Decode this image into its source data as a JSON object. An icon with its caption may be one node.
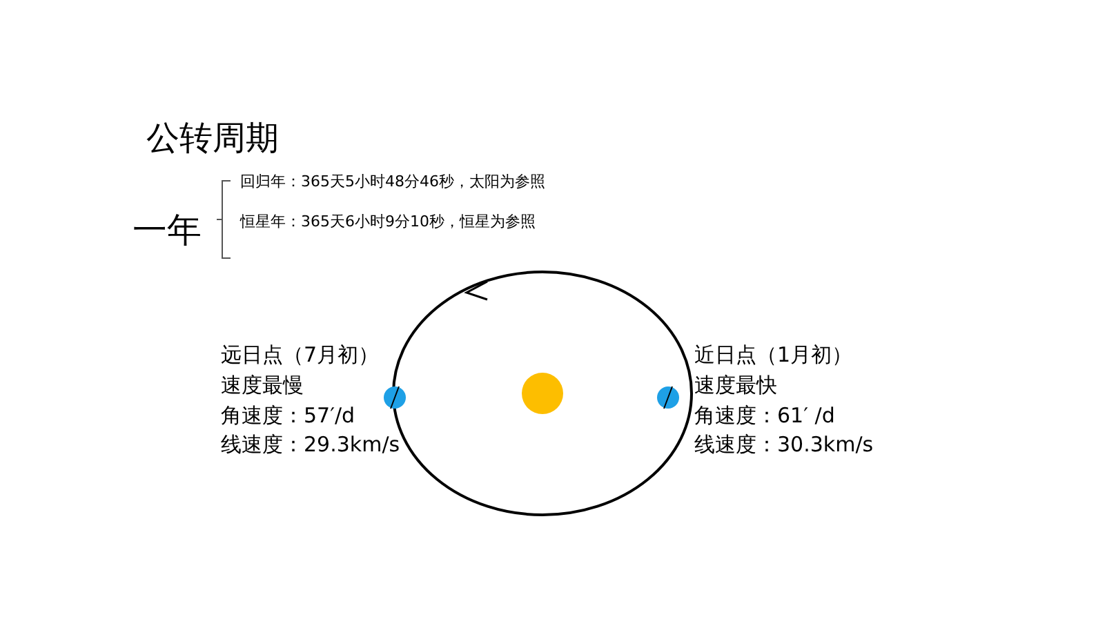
{
  "diagram": {
    "title": "公转周期",
    "labels": [
      "一年",
      "回归年：365天5小时48分46秒，太阳为参照",
      "恒星年：365天6小时9分10秒，恒星为参照",
      "远日点（7月初）",
      "速度最慢",
      "角速度：57′/d",
      "线速度：29.3km/s",
      "近日点（1月初）",
      "速度最快",
      "角速度：61′ /d",
      "线速度：30.3km/s"
    ]
  }
}
